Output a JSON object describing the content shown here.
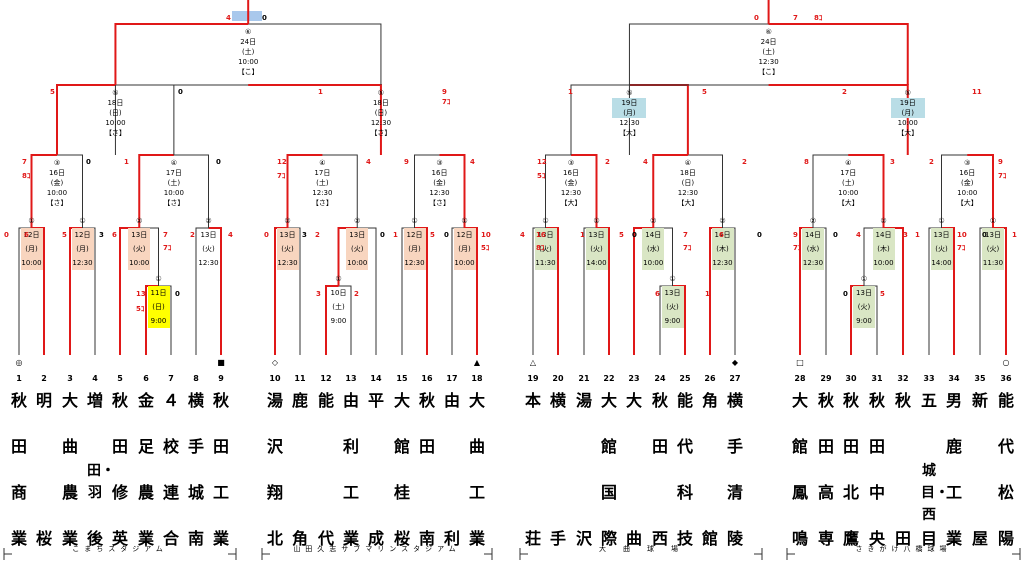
{
  "left": {
    "final": {
      "round": "⑥",
      "date": "24日",
      "dow": "(土)",
      "time": "10:00",
      "venue": "【こ】"
    },
    "r5a": {
      "round": "⑤",
      "date": "18日",
      "dow": "(日)",
      "time": "10:00",
      "venue": "【さ】"
    },
    "r5b": {
      "round": "⑤",
      "date": "18日",
      "dow": "(日)",
      "time": "12:30",
      "venue": "【さ】"
    },
    "r3a": {
      "round": "③",
      "date": "16日",
      "dow": "(金)",
      "time": "10:00",
      "venue": "【さ】"
    },
    "r4a": {
      "round": "④",
      "date": "17日",
      "dow": "(土)",
      "time": "10:00",
      "venue": "【さ】"
    },
    "r4b": {
      "round": "④",
      "date": "17日",
      "dow": "(土)",
      "time": "12:30",
      "venue": "【さ】"
    },
    "r3b": {
      "round": "③",
      "date": "16日",
      "dow": "(金)",
      "time": "12:30",
      "venue": "【さ】"
    },
    "g1": {
      "round": "①",
      "date": "12日",
      "dow": "(月)",
      "time": "10:00"
    },
    "g2": {
      "round": "①",
      "date": "12日",
      "dow": "(月)",
      "time": "12:30"
    },
    "g3": {
      "round": "②",
      "date": "13日",
      "dow": "(火)",
      "time": "10:00"
    },
    "g4": {
      "round": "②",
      "date": "13日",
      "dow": "(火)",
      "time": "12:30"
    },
    "g5": {
      "round": "①",
      "date": "11日",
      "dow": "(日)",
      "time": "9:00"
    },
    "g6": {
      "round": "②",
      "date": "13日",
      "dow": "(火)",
      "time": "12:30"
    },
    "g7": {
      "round": "②",
      "date": "13日",
      "dow": "(火)",
      "time": "10:00"
    },
    "g8": {
      "round": "①",
      "date": "10日",
      "dow": "(土)",
      "time": "9:00"
    },
    "g9": {
      "round": "①",
      "date": "12日",
      "dow": "(月)",
      "time": "12:30"
    },
    "g10": {
      "round": "①",
      "date": "12日",
      "dow": "(月)",
      "time": "10:00"
    }
  },
  "right": {
    "final": {
      "round": "⑥",
      "date": "24日",
      "dow": "(土)",
      "time": "12:30",
      "venue": "【こ】"
    },
    "r5a": {
      "round": "⑤",
      "date": "19日",
      "dow": "(月)",
      "time": "12:30",
      "venue": "【大】"
    },
    "r5b": {
      "round": "⑤",
      "date": "19日",
      "dow": "(月)",
      "time": "10:00",
      "venue": "【大】"
    },
    "r3a": {
      "round": "③",
      "date": "16日",
      "dow": "(金)",
      "time": "12:30",
      "venue": "【大】"
    },
    "r4a": {
      "round": "④",
      "date": "18日",
      "dow": "(日)",
      "time": "12:30",
      "venue": "【大】"
    },
    "r4b": {
      "round": "④",
      "date": "17日",
      "dow": "(土)",
      "time": "10:00",
      "venue": "【大】"
    },
    "r3b": {
      "round": "③",
      "date": "16日",
      "dow": "(金)",
      "time": "10:00",
      "venue": "【大】"
    },
    "g1": {
      "round": "①",
      "date": "13日",
      "dow": "(火)",
      "time": "11:30"
    },
    "g2": {
      "round": "①",
      "date": "13日",
      "dow": "(火)",
      "time": "14:00"
    },
    "g3": {
      "round": "②",
      "date": "14日",
      "dow": "(水)",
      "time": "10:00"
    },
    "g4": {
      "round": "②",
      "date": "14日",
      "dow": "(木)",
      "time": "12:30"
    },
    "g5": {
      "round": "①",
      "date": "13日",
      "dow": "(火)",
      "time": "9:00"
    },
    "g6": {
      "round": "②",
      "date": "14日",
      "dow": "(水)",
      "time": "12:30"
    },
    "g7": {
      "round": "②",
      "date": "14日",
      "dow": "(木)",
      "time": "10:00"
    },
    "g8": {
      "round": "①",
      "date": "13日",
      "dow": "(火)",
      "time": "9:00"
    },
    "g9": {
      "round": "①",
      "date": "13日",
      "dow": "(火)",
      "time": "14:00"
    },
    "g10": {
      "round": "①",
      "date": "13日",
      "dow": "(火)",
      "time": "11:30"
    }
  },
  "teams": [
    {
      "no": "1",
      "sym": "◎",
      "name": [
        "秋",
        "田",
        "商",
        "業"
      ]
    },
    {
      "no": "2",
      "sym": "",
      "name": [
        "明",
        "",
        "",
        "桜"
      ]
    },
    {
      "no": "3",
      "sym": "",
      "name": [
        "大",
        "曲",
        "農",
        "業"
      ]
    },
    {
      "no": "4",
      "sym": "",
      "name": [
        "増",
        "田・羽",
        "",
        "後"
      ]
    },
    {
      "no": "5",
      "sym": "",
      "name": [
        "秋",
        "田",
        "修",
        "英"
      ]
    },
    {
      "no": "6",
      "sym": "",
      "name": [
        "金",
        "足",
        "農",
        "業"
      ]
    },
    {
      "no": "7",
      "sym": "",
      "name": [
        "４",
        "校",
        "連",
        "合"
      ]
    },
    {
      "no": "8",
      "sym": "",
      "name": [
        "横",
        "手",
        "城",
        "南"
      ]
    },
    {
      "no": "9",
      "sym": "■",
      "name": [
        "秋",
        "田",
        "工",
        "業"
      ]
    },
    {
      "no": "10",
      "sym": "◇",
      "name": [
        "湯",
        "沢",
        "翔",
        "北"
      ]
    },
    {
      "no": "11",
      "sym": "",
      "name": [
        "鹿",
        "",
        "",
        "角"
      ]
    },
    {
      "no": "12",
      "sym": "",
      "name": [
        "能",
        "",
        "",
        "代"
      ]
    },
    {
      "no": "13",
      "sym": "",
      "name": [
        "由",
        "利",
        "工",
        "業"
      ]
    },
    {
      "no": "14",
      "sym": "",
      "name": [
        "平",
        "",
        "",
        "成"
      ]
    },
    {
      "no": "15",
      "sym": "",
      "name": [
        "大",
        "館",
        "桂",
        "桜"
      ]
    },
    {
      "no": "16",
      "sym": "",
      "name": [
        "秋",
        "田",
        "",
        "南"
      ]
    },
    {
      "no": "17",
      "sym": "",
      "name": [
        "由",
        "",
        "",
        "利"
      ]
    },
    {
      "no": "18",
      "sym": "▲",
      "name": [
        "大",
        "曲",
        "工",
        "業"
      ]
    },
    {
      "no": "19",
      "sym": "△",
      "name": [
        "本",
        "",
        "",
        "荘"
      ]
    },
    {
      "no": "20",
      "sym": "",
      "name": [
        "横",
        "",
        "",
        "手"
      ]
    },
    {
      "no": "21",
      "sym": "",
      "name": [
        "湯",
        "",
        "",
        "沢"
      ]
    },
    {
      "no": "22",
      "sym": "",
      "name": [
        "大",
        "館",
        "国",
        "際"
      ]
    },
    {
      "no": "23",
      "sym": "",
      "name": [
        "大",
        "",
        "",
        "曲"
      ]
    },
    {
      "no": "24",
      "sym": "",
      "name": [
        "秋",
        "田",
        "",
        "西"
      ]
    },
    {
      "no": "25",
      "sym": "",
      "name": [
        "能",
        "代",
        "科",
        "技"
      ]
    },
    {
      "no": "26",
      "sym": "",
      "name": [
        "角",
        "",
        "",
        "館"
      ]
    },
    {
      "no": "27",
      "sym": "◆",
      "name": [
        "横",
        "手",
        "清",
        "陵"
      ]
    },
    {
      "no": "28",
      "sym": "□",
      "name": [
        "大",
        "館",
        "鳳",
        "鳴"
      ]
    },
    {
      "no": "29",
      "sym": "",
      "name": [
        "秋",
        "田",
        "高",
        "専"
      ]
    },
    {
      "no": "30",
      "sym": "",
      "name": [
        "秋",
        "田",
        "北",
        "鷹"
      ]
    },
    {
      "no": "31",
      "sym": "",
      "name": [
        "秋",
        "田",
        "中",
        "央"
      ]
    },
    {
      "no": "32",
      "sym": "",
      "name": [
        "秋",
        "",
        "",
        "田"
      ]
    },
    {
      "no": "33",
      "sym": "",
      "name": [
        "五",
        "城目・西",
        "",
        "目"
      ]
    },
    {
      "no": "34",
      "sym": "",
      "name": [
        "男",
        "鹿",
        "工",
        "業"
      ]
    },
    {
      "no": "35",
      "sym": "",
      "name": [
        "新",
        "",
        "",
        "屋"
      ]
    },
    {
      "no": "36",
      "sym": "○",
      "name": [
        "能",
        "代",
        "松",
        "陽"
      ]
    }
  ],
  "venues": [
    {
      "label": "こまちスタジアム"
    },
    {
      "label": "山田久志サブマリンスタジアム"
    },
    {
      "label": "大　曲　球　場"
    },
    {
      "label": "さきがけ八橋球場"
    }
  ],
  "colors": {
    "win": "#e01818",
    "line": "#333333",
    "pink": "#f8d5bf",
    "green": "#d9e6c4",
    "blue": "#b9dde6",
    "yellow": "#ffff00"
  }
}
